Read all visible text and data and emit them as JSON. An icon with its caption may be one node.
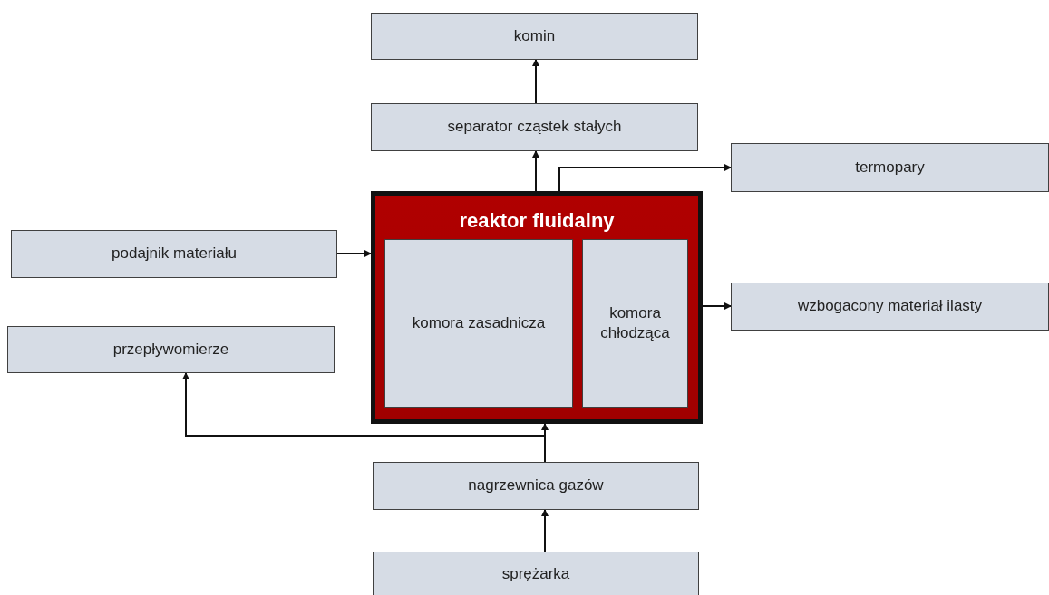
{
  "diagram": {
    "nodes": [
      {
        "text": [
          "komin"
        ]
      },
      {
        "text": [
          "separator cząstek stałych"
        ]
      },
      {
        "text": [
          "termopary"
        ]
      },
      {
        "text": [
          "reaktor fluidalny"
        ]
      },
      {
        "text": [
          "komora zasadnicza"
        ],
        "in": 3
      },
      {
        "text": [
          "komora chłodząca"
        ],
        "in": 3
      },
      {
        "text": [
          "podajnik materiału"
        ]
      },
      {
        "text": [
          "wzbogacony materiał ilasty"
        ]
      },
      {
        "text": [
          "przepływomierze"
        ]
      },
      {
        "text": [
          "nagrzewnica gazów"
        ]
      },
      {
        "text": [
          "sprężarka"
        ]
      }
    ],
    "edges": [
      {
        "from": 1,
        "to": 0,
        "arrow": "to"
      },
      {
        "from": 3,
        "to": 1,
        "arrow": "to"
      },
      {
        "from": 3,
        "to": 2,
        "arrow": "to"
      },
      {
        "from": 6,
        "to": 3,
        "arrow": "to"
      },
      {
        "from": 3,
        "to": 7,
        "arrow": "to"
      },
      {
        "from": 9,
        "to": 3,
        "arrow": "to"
      },
      {
        "from": 9,
        "to": 8,
        "arrow": "to"
      },
      {
        "from": 10,
        "to": 9,
        "arrow": "to"
      }
    ]
  }
}
